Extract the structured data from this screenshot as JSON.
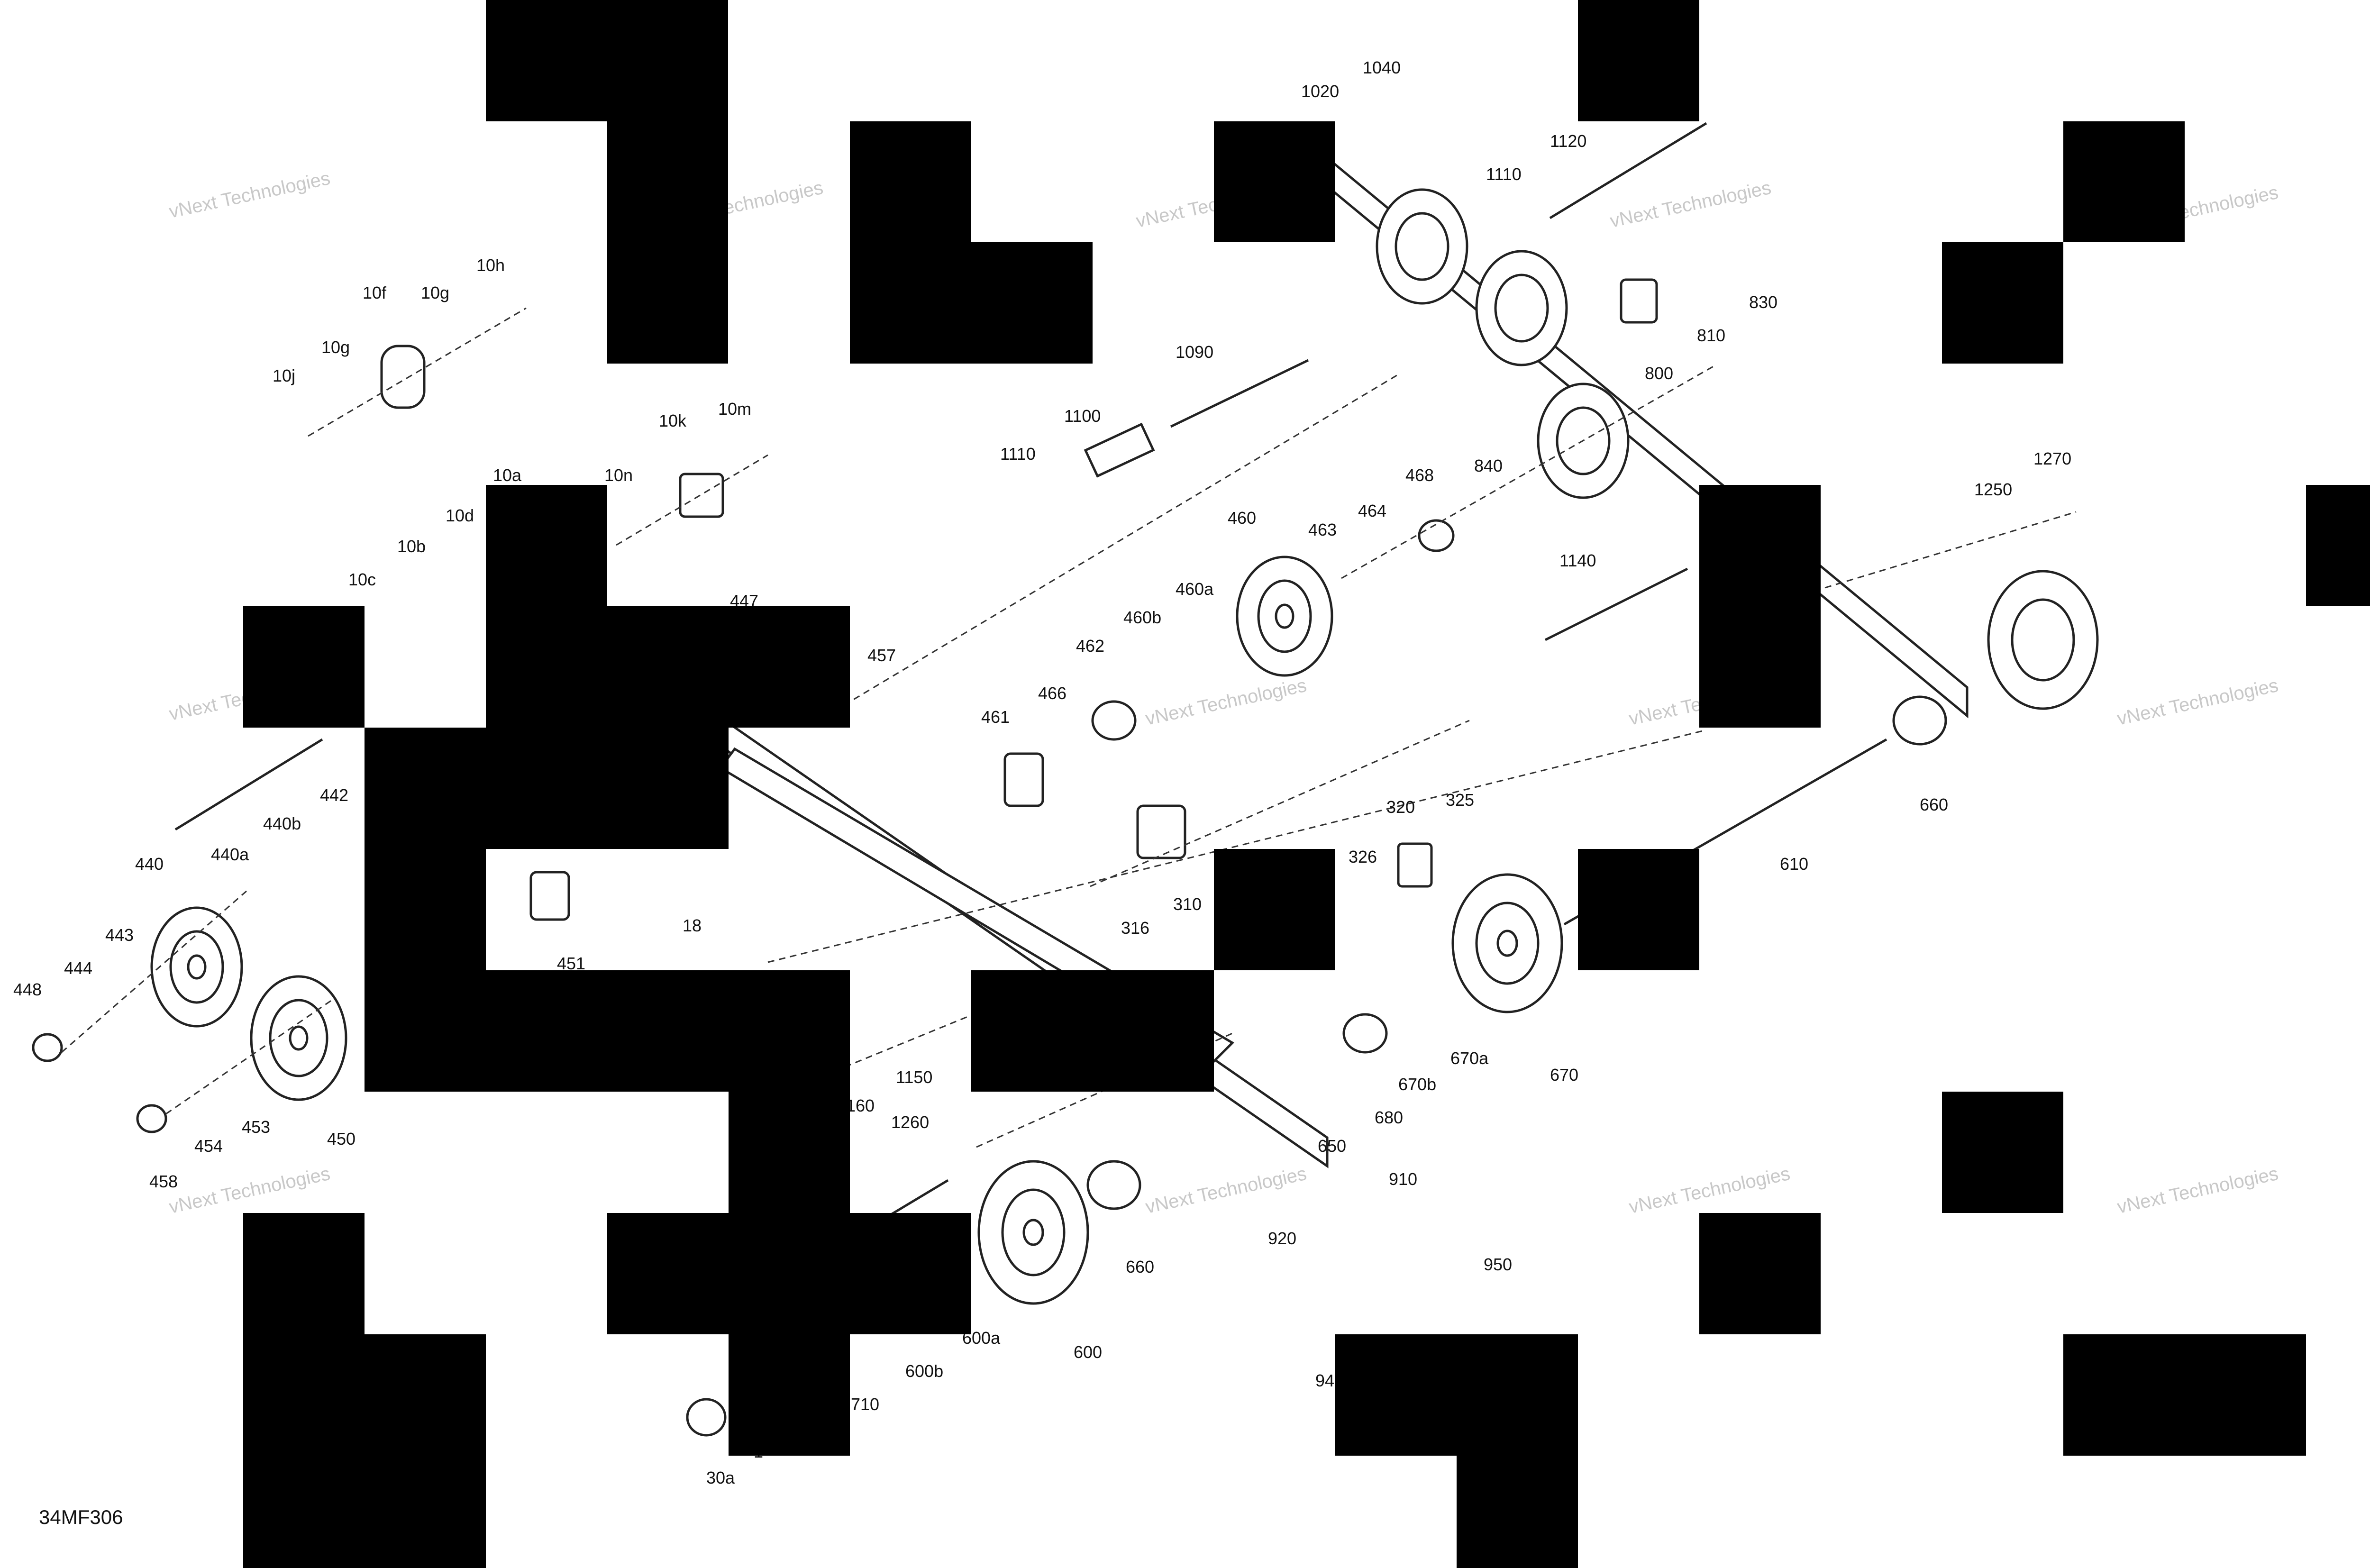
{
  "diagram": {
    "reference_code": "34MF306",
    "watermark": {
      "line1": "vNext Technologies",
      "line2": "vNext",
      "line3": "Technologies"
    },
    "callouts": [
      "1020",
      "1040",
      "1110",
      "1120",
      "830",
      "810",
      "800",
      "840",
      "1090",
      "1100",
      "1110",
      "460",
      "463",
      "464",
      "468",
      "460a",
      "460b",
      "462",
      "461",
      "466",
      "10f",
      "10g",
      "10h",
      "10g",
      "10j",
      "10k",
      "10m",
      "10n",
      "10a",
      "10d",
      "10b",
      "10c",
      "447",
      "457",
      "440b",
      "442",
      "440a",
      "440",
      "443",
      "444",
      "448",
      "453",
      "454",
      "450",
      "458",
      "451",
      "18",
      "1140",
      "1250",
      "1270",
      "660",
      "610",
      "320",
      "325",
      "326",
      "310",
      "316",
      "670",
      "670a",
      "670b",
      "680",
      "650",
      "1150",
      "160",
      "1260",
      "660",
      "600",
      "600a",
      "600b",
      "710",
      "30a",
      "910",
      "920",
      "950",
      "94",
      "1"
    ]
  }
}
